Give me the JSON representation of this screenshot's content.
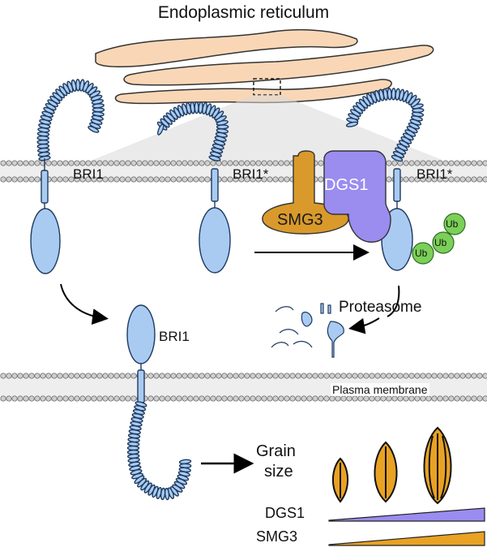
{
  "labels": {
    "title": "Endoplasmic reticulum",
    "bri1": "BRI1",
    "bri1_star": "BRI1*",
    "dgs1": "DGS1",
    "smg3": "SMG3",
    "ub": "Ub",
    "proteasome": "Proteasome",
    "plasma_membrane": "Plasma membrane",
    "grain_line1": "Grain",
    "grain_line2": "size",
    "legend_dgs1": "DGS1",
    "legend_smg3": "SMG3"
  },
  "colors": {
    "receptor": "#a9cbf2",
    "receptor_stroke": "#1f3a5f",
    "er": "#f9d7b6",
    "dgs1": "#9b8cf0",
    "smg3": "#d99a2b",
    "ub": "#7bd058",
    "grain": "#e8a224",
    "membrane_head": "#d4d4d4"
  }
}
